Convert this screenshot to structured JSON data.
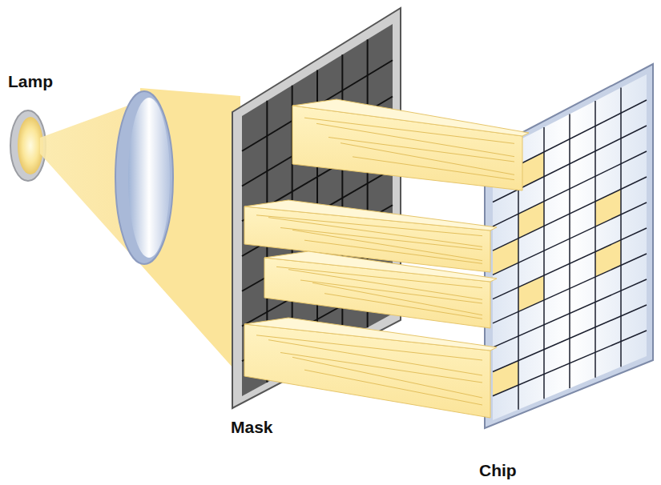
{
  "diagram": {
    "labels": [
      "Lamp",
      "Mask",
      "Chip"
    ]
  }
}
